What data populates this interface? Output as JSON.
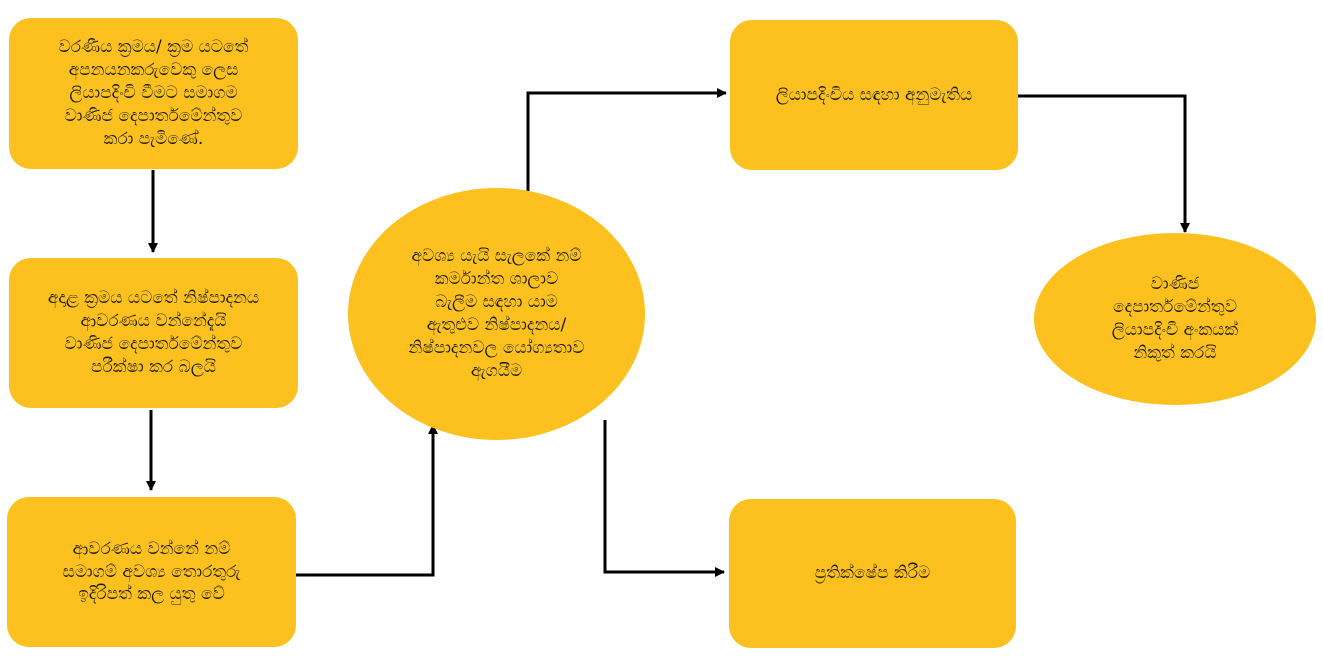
{
  "colors": {
    "node_fill": "#FCC11E",
    "arrow": "#000000",
    "background": "#FFFFFF"
  },
  "nodes": {
    "step1": "වරණීය ක්‍රමය/ ක්‍රම යටතේ\nඅපනයනකරුවෙකු ලෙස\nලියාපදිංචි වීමට සමාගම\nවාණිජ දෙපාර්තමේන්තුව\nකරා පැමිණේ.",
    "step2": "අදාළ ක්‍රමය යටතේ නිෂ්පාදනය\nආවරණය වන්නේදැයි\nවාණිජ දෙපාර්තමේන්තුව\nපරීක්ෂා කර බලයි",
    "step3": "ආවරණය වන්නේ නම්\nසමාගම් අවශ්‍ය තොරතුරු\nඉදිරිපත් කල යුතු වේ",
    "decision": "අවශ්‍ය යැයි සැලකේ නම්\nකර්මාන්ත ශාලාව\nබැලීම සඳහා යාම\nඇතුළුව නිෂ්පාදනය/\nනිෂ්පාදනවල යෝග්‍යතාව\nඇගයීම",
    "approval": "ලියාපදිංචිය සඳහා අනුමැතිය",
    "certificate": "වාණිජ\nදෙපාර්තමේන්තුව\nලියාපදිංචි අංකයක්\nනිකුත් කරයි",
    "reject": "ප්‍රතික්ෂේප කිරීම"
  }
}
